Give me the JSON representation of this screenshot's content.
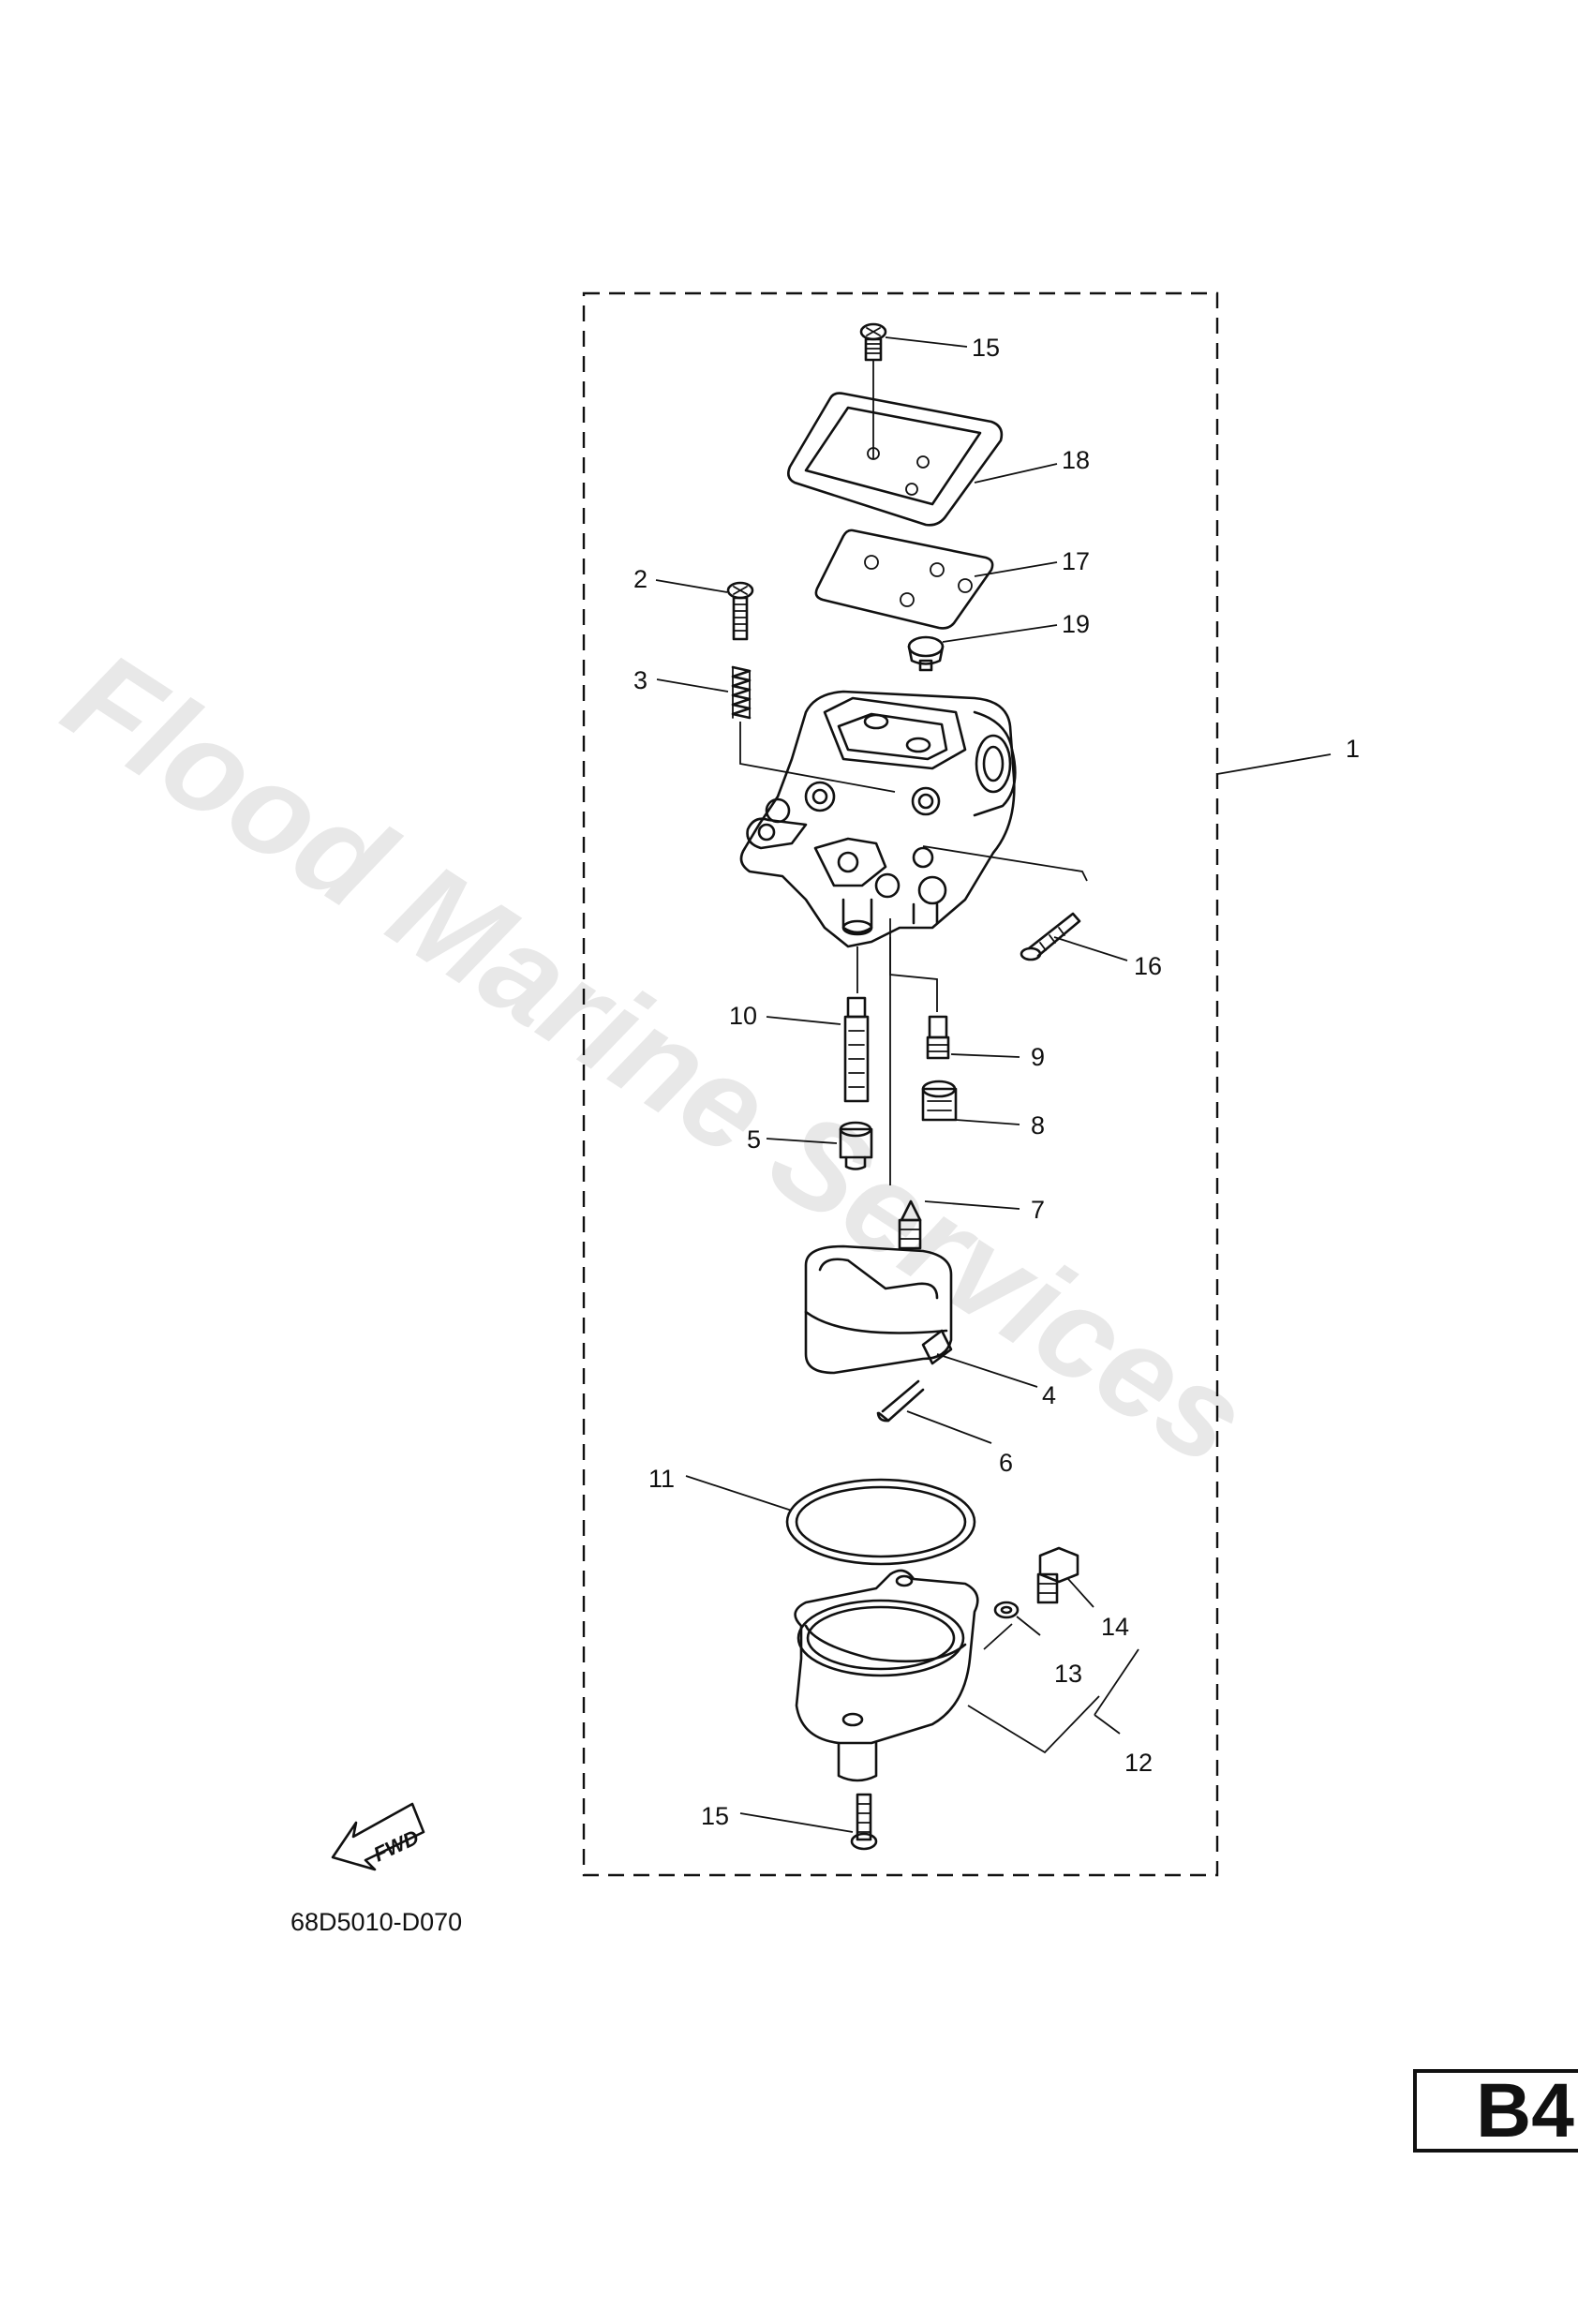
{
  "diagram": {
    "watermark": "Flood Marine Services",
    "drawing_code": "68D5010-D070",
    "page_tab": "B4",
    "fwd_label": "FWD",
    "callouts": [
      {
        "id": "c15a",
        "text": "15"
      },
      {
        "id": "c18",
        "text": "18"
      },
      {
        "id": "c17",
        "text": "17"
      },
      {
        "id": "c2",
        "text": "2"
      },
      {
        "id": "c19",
        "text": "19"
      },
      {
        "id": "c3",
        "text": "3"
      },
      {
        "id": "c1",
        "text": "1"
      },
      {
        "id": "c16",
        "text": "16"
      },
      {
        "id": "c10",
        "text": "10"
      },
      {
        "id": "c9",
        "text": "9"
      },
      {
        "id": "c8",
        "text": "8"
      },
      {
        "id": "c5",
        "text": "5"
      },
      {
        "id": "c7",
        "text": "7"
      },
      {
        "id": "c4",
        "text": "4"
      },
      {
        "id": "c6",
        "text": "6"
      },
      {
        "id": "c11",
        "text": "11"
      },
      {
        "id": "c14",
        "text": "14"
      },
      {
        "id": "c13",
        "text": "13"
      },
      {
        "id": "c12",
        "text": "12"
      },
      {
        "id": "c15b",
        "text": "15"
      }
    ]
  }
}
